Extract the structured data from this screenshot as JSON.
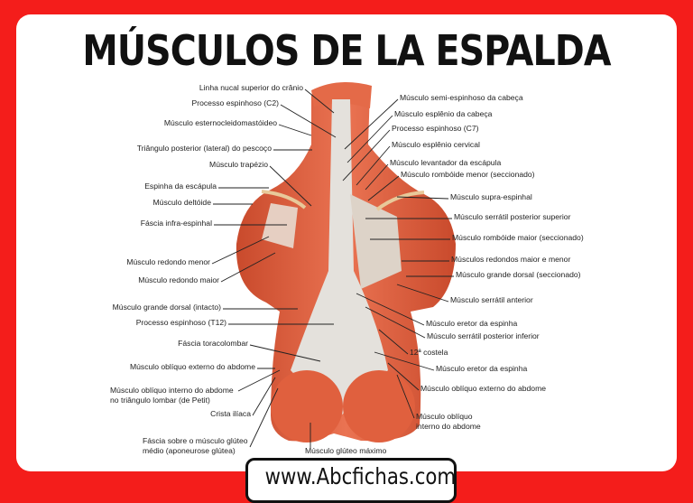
{
  "title": "MÚSCULOS DE LA ESPALDA",
  "website": "www.Abcfichas.com",
  "labels_left": [
    "Linha nucal superior do crânio",
    "Processo espinhoso (C2)",
    "Músculo esternocleidomastóideo",
    "Triângulo posterior (lateral) do pescoço",
    "Músculo trapézio",
    "Espinha da escápula",
    "Músculo deltóide",
    "Fáscia infra-espinhal",
    "Músculo redondo menor",
    "Músculo redondo maior",
    "Músculo grande dorsal (intacto)",
    "Processo espinhoso (T12)",
    "Fáscia toracolombar",
    "Músculo oblíquo externo do abdome",
    "Músculo oblíquo interno do abdome",
    "no triângulo lombar (de Petit)",
    "Crista ilíaca",
    "Fáscia sobre o músculo glúteo",
    "médio (aponeurose glútea)"
  ],
  "label_bottom": "Músculo glúteo máximo",
  "labels_right": [
    "Músculo semi-espinhoso da cabeça",
    "Músculo esplênio da cabeça",
    "Processo espinhoso (C7)",
    "Músculo esplênio cervical",
    "Músculo levantador da escápula",
    "Músculo rombóide menor (seccionado)",
    "Músculo supra-espinhal",
    "Músculo serrátil posterior superior",
    "Músculo rombóide maior (seccionado)",
    "Músculos redondos maior e menor",
    "Músculo grande dorsal (seccionado)",
    "Músculo serrátil anterior",
    "Músculo eretor da espinha",
    "Músculo serrátil posterior inferior",
    "12ª costela",
    "Músculo eretor da espinha",
    "Músculo oblíquo externo do abdome",
    "Músculo oblíquo",
    "interno do abdome"
  ],
  "colors": {
    "background": "#f41d1b",
    "muscle": "#e0603e",
    "fascia": "#e4e1dc"
  }
}
